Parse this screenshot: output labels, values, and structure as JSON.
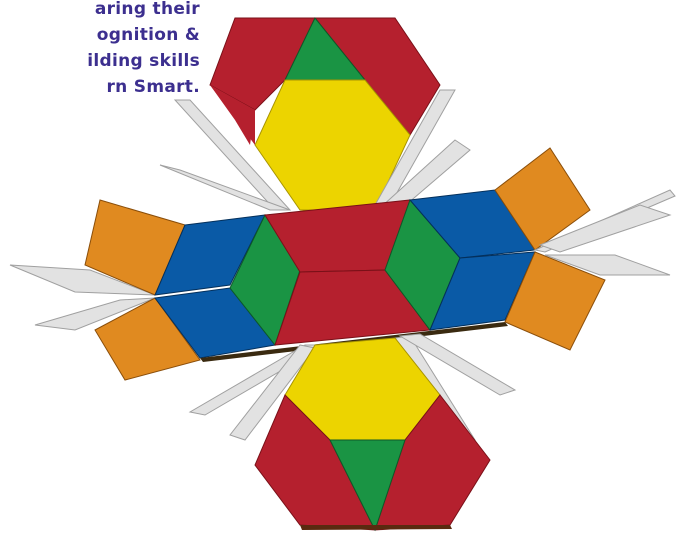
{
  "caption": {
    "lines": [
      "aring their",
      "ognition &",
      "ilding skills",
      "rn Smart."
    ]
  },
  "palette": {
    "red": "#b5202e",
    "yellow": "#ecd400",
    "green": "#1a9444",
    "blue": "#0a5aa6",
    "orange": "#e08a20",
    "tan": "#d9d9d9",
    "edge": "#5a3a10"
  },
  "art": {
    "subject": "pattern-block-net",
    "pieces": [
      "hexagon",
      "trapezoid",
      "triangle",
      "rhombus",
      "square",
      "thin-rhombus"
    ]
  }
}
